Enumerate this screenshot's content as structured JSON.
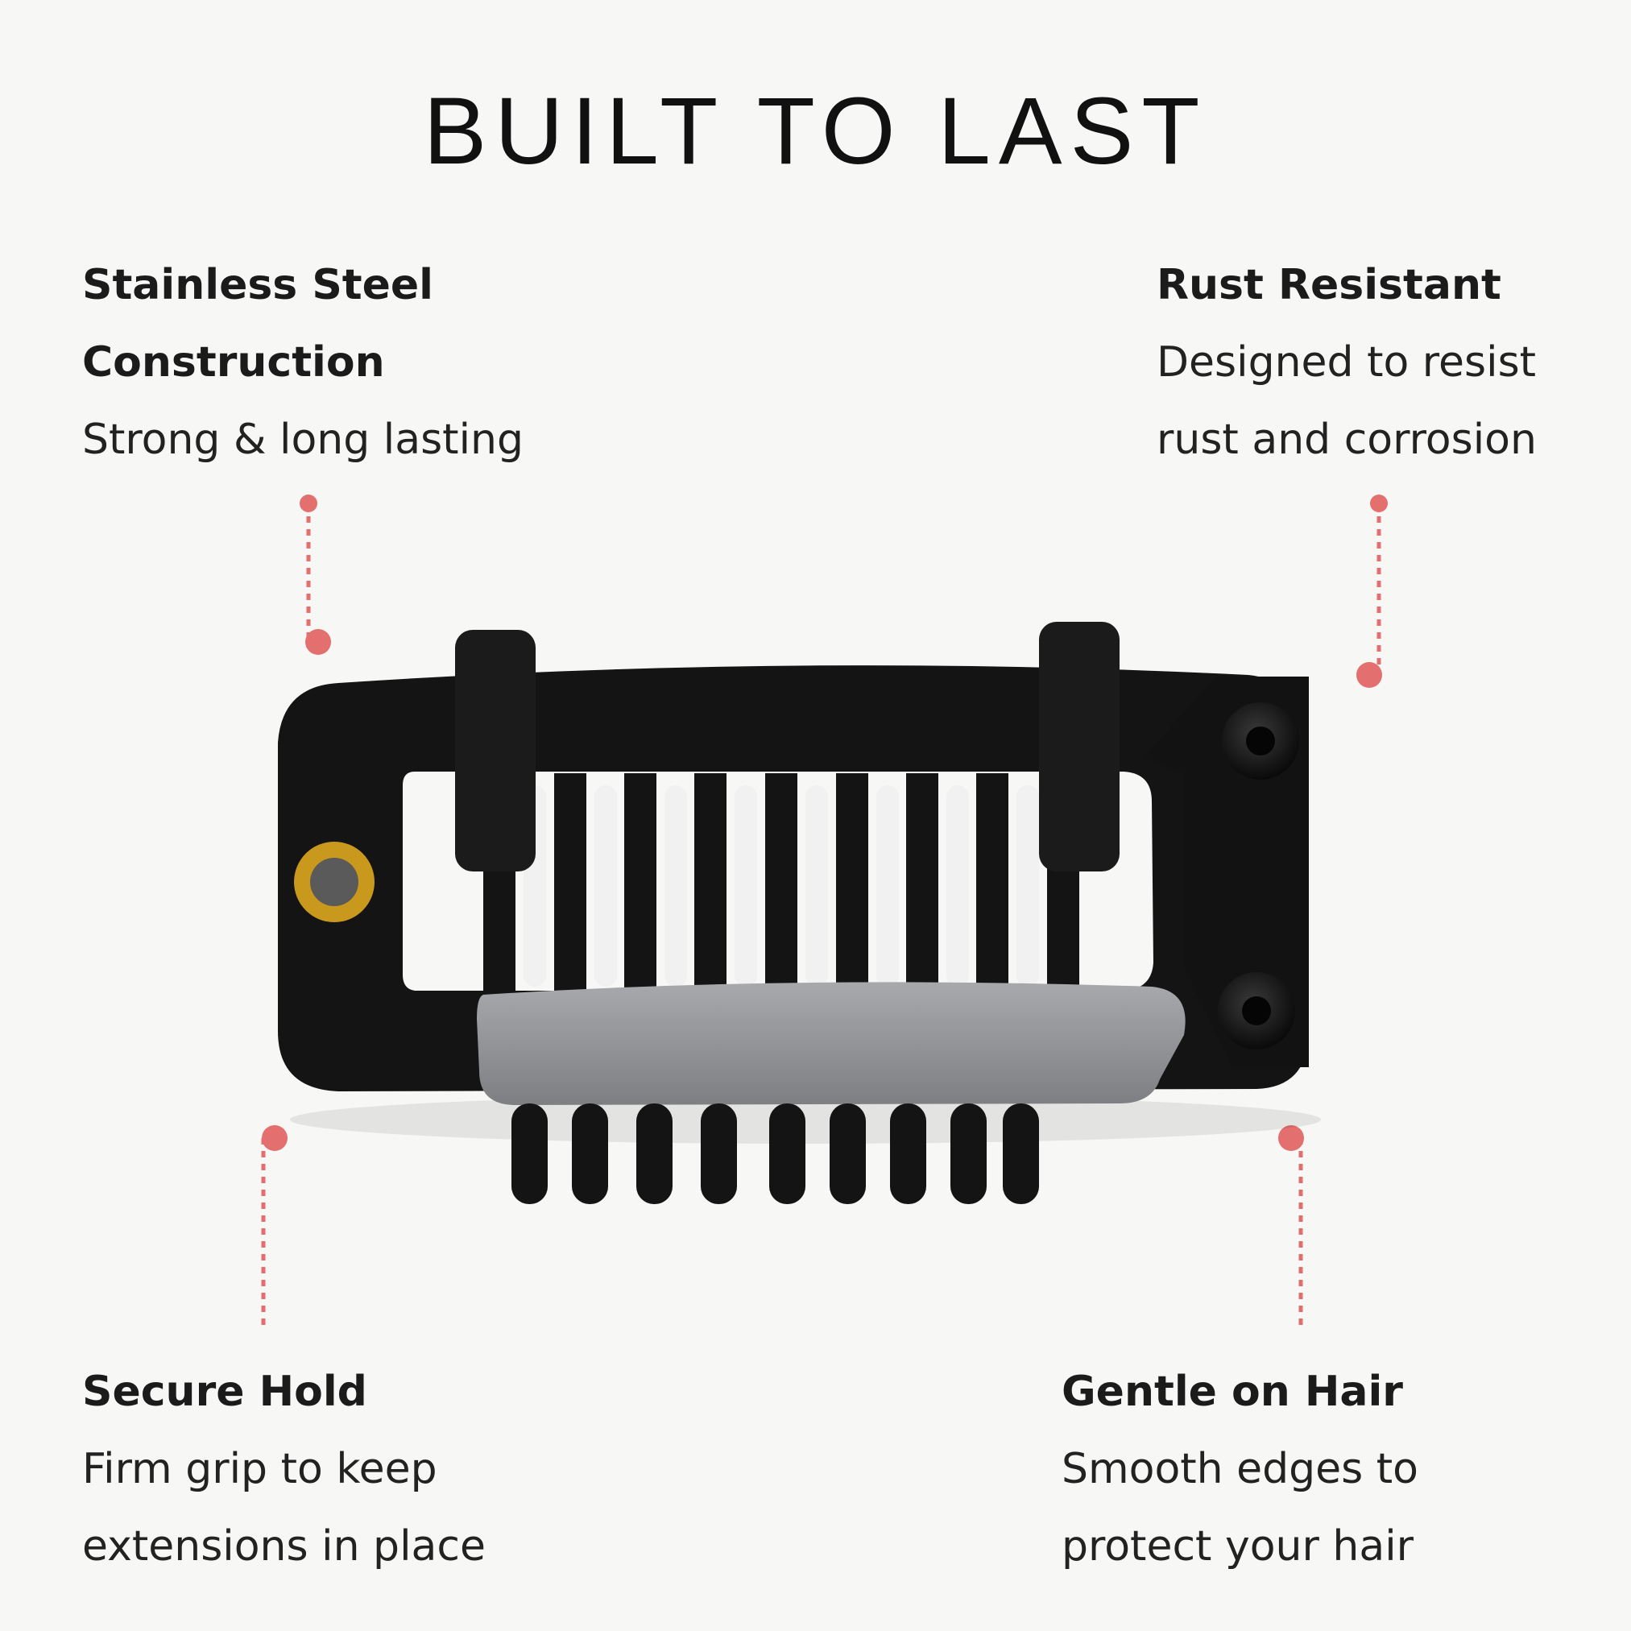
{
  "title": "BUILT TO LAST",
  "features": [
    {
      "heading_lines": [
        "Stainless Steel",
        "Construction"
      ],
      "desc_lines": [
        "Strong & long lasting"
      ]
    },
    {
      "heading_lines": [
        "Rust Resistant"
      ],
      "desc_lines": [
        "Designed to resist",
        "rust and corrosion"
      ]
    },
    {
      "heading_lines": [
        "Secure Hold"
      ],
      "desc_lines": [
        "Firm grip to keep",
        "extensions in place"
      ]
    },
    {
      "heading_lines": [
        "Gentle on Hair"
      ],
      "desc_lines": [
        "Smooth edges to",
        "protect your hair"
      ]
    }
  ],
  "colors": {
    "accent": "#e36f6f",
    "clip_body": "#141414",
    "clip_pad": "#8e9093",
    "eyelet": "#c9991e",
    "background": "#f7f7f6"
  },
  "icons": [
    "hair-clip-illustration"
  ]
}
